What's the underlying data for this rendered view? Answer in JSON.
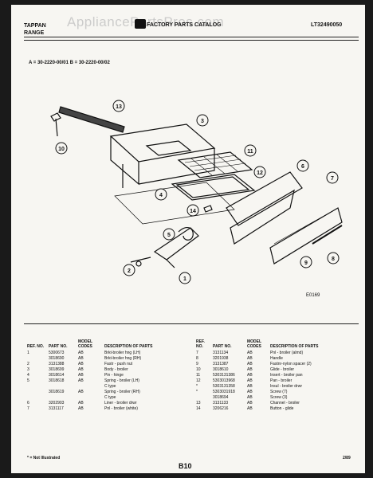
{
  "header": {
    "brand_line1": "TAPPAN",
    "brand_line2": "RANGE",
    "catalog_title": "FACTORY PARTS CATALOG",
    "model_number": "LT32490050"
  },
  "watermark": "AppliancePartsPros.com",
  "catalog_numbers": "A = 30-2220-00/01    B = 30-2220-00/02",
  "diagram": {
    "reference": "E0169",
    "callouts": [
      "1",
      "2",
      "3",
      "4",
      "5",
      "6",
      "7",
      "8",
      "9",
      "10",
      "11",
      "12",
      "13",
      "14"
    ]
  },
  "table": {
    "headers": {
      "ref": "REF. NO.",
      "part": "PART NO.",
      "model": "MODEL CODES",
      "desc": "DESCRIPTION OF PARTS"
    },
    "left_rows": [
      {
        "ref": "1",
        "part": "5300673",
        "model": "AB",
        "desc": "Brkt-broiler hng (LH)"
      },
      {
        "ref": "",
        "part": "3018690",
        "model": "AB",
        "desc": "Brkt-broiler hng (RH)"
      },
      {
        "ref": "2",
        "part": "3131388",
        "model": "AB",
        "desc": "Fastr - push nut"
      },
      {
        "ref": "3",
        "part": "3018699",
        "model": "AB",
        "desc": "Body - broiler"
      },
      {
        "ref": "4",
        "part": "3018614",
        "model": "AB",
        "desc": "Pin - hinge"
      },
      {
        "ref": "5",
        "part": "3018618",
        "model": "AB",
        "desc": "Spring - broiler (LH)"
      },
      {
        "ref": "",
        "part": "",
        "model": "",
        "desc": "C type"
      },
      {
        "ref": "",
        "part": "3018619",
        "model": "AB",
        "desc": "Spring - broiler (RH)"
      },
      {
        "ref": "",
        "part": "",
        "model": "",
        "desc": "C type"
      },
      {
        "ref": "6",
        "part": "3202903",
        "model": "AB",
        "desc": "Liner - broiler drwr"
      },
      {
        "ref": "7",
        "part": "3131117",
        "model": "AB",
        "desc": "Pnl - broiler (white)"
      }
    ],
    "right_rows": [
      {
        "ref": "7",
        "part": "3131134",
        "model": "AB",
        "desc": "Pnl - broiler (almd)"
      },
      {
        "ref": "8",
        "part": "3201938",
        "model": "AB",
        "desc": "Handle"
      },
      {
        "ref": "9",
        "part": "3131387",
        "model": "AB",
        "desc": "Fastnr-nylon spacer (2)"
      },
      {
        "ref": "10",
        "part": "3018610",
        "model": "AB",
        "desc": "Glide - broiler"
      },
      {
        "ref": "11",
        "part": "5303131386",
        "model": "AB",
        "desc": "Insert - broiler pan"
      },
      {
        "ref": "12",
        "part": "5303013968",
        "model": "AB",
        "desc": "Pan - broiler"
      },
      {
        "ref": "*",
        "part": "5303131358",
        "model": "AB",
        "desc": "Insul - broiler drwr"
      },
      {
        "ref": "*",
        "part": "5303031918",
        "model": "AB",
        "desc": "Screw (7)"
      },
      {
        "ref": "",
        "part": "3018694",
        "model": "AB",
        "desc": "Screw (3)"
      },
      {
        "ref": "13",
        "part": "3131133",
        "model": "AB",
        "desc": "Channel - broiler"
      },
      {
        "ref": "14",
        "part": "3206216",
        "model": "AB",
        "desc": "Button - glide"
      }
    ]
  },
  "footnote": "* = Not Illustrated",
  "page_number": "B10",
  "revision": "2/89"
}
